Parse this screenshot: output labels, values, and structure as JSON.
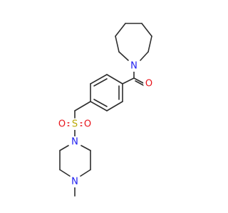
{
  "molecule": {
    "atoms": {
      "n_azepane": {
        "label": "N",
        "color": "#1c1cf0"
      },
      "o_carbonyl": {
        "label": "O",
        "color": "#e8141b"
      },
      "s_sulfonyl": {
        "label": "S",
        "color": "#b8a800"
      },
      "o_sulfonyl_left": {
        "label": "O",
        "color": "#e8141b"
      },
      "o_sulfonyl_right": {
        "label": "O",
        "color": "#e8141b"
      },
      "n_piperazine_top": {
        "label": "N",
        "color": "#1c1cf0"
      },
      "n_piperazine_bottom": {
        "label": "N",
        "color": "#1c1cf0"
      }
    }
  }
}
